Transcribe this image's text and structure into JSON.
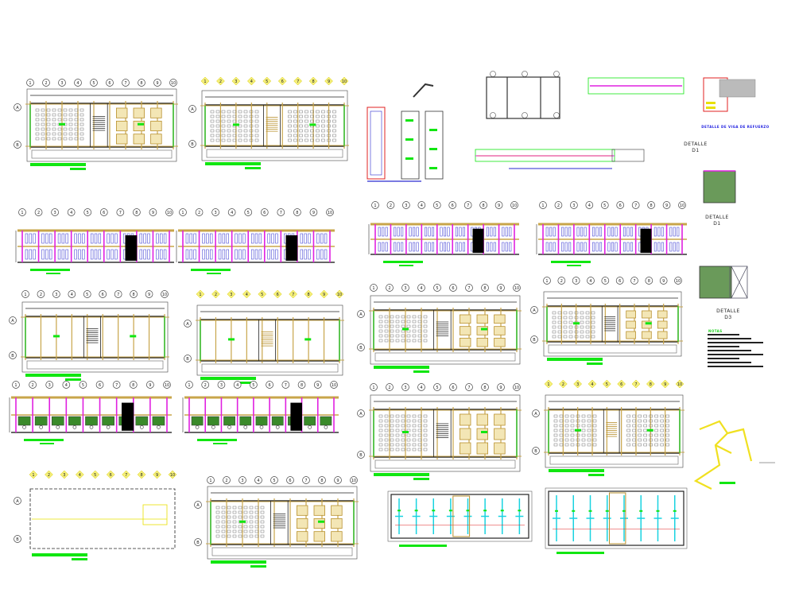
{
  "sheet": {
    "column_axes": [
      "1",
      "2",
      "3",
      "4",
      "5",
      "6",
      "7",
      "8",
      "9",
      "10"
    ],
    "row_axes": [
      "A",
      "B"
    ],
    "colors": {
      "wall": "#222222",
      "structure": "#c8a54a",
      "label_bar": "#11e611",
      "partition": "#e020e0",
      "ceiling": "#19d3e0",
      "bubble_fill": "#f5f07a",
      "furniture": "#b8902d",
      "dimension_red": "#e02020"
    }
  },
  "details": {
    "detail_top_title": "DETALLE",
    "detail_top_code": "D1",
    "detail_mid_title": "DETALLE",
    "detail_mid_code": "D1",
    "detail_low_title": "DETALLE",
    "detail_low_code": "D3",
    "beam_caption": "DETALLE DE VIGA DE REFUERZO",
    "notes_heading": "NOTAS"
  }
}
